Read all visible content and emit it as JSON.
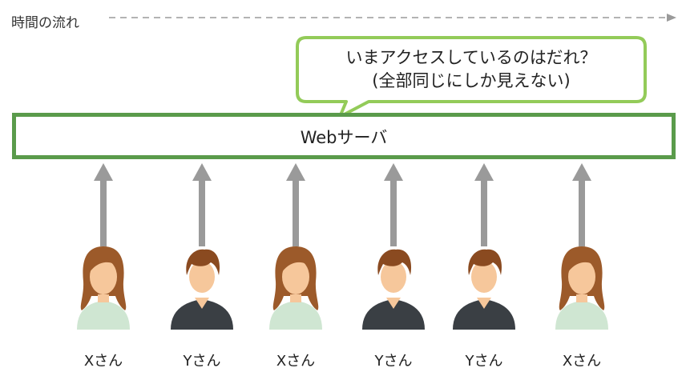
{
  "timeline": {
    "label": "時間の流れ"
  },
  "bubble": {
    "line1": "いまアクセスしているのはだれ？",
    "line2": "(全部同じにしか見えない)"
  },
  "server": {
    "label": "Webサーバ"
  },
  "users": [
    {
      "label": "Xさん",
      "gender": "female"
    },
    {
      "label": "Yさん",
      "gender": "male"
    },
    {
      "label": "Xさん",
      "gender": "female"
    },
    {
      "label": "Yさん",
      "gender": "male"
    },
    {
      "label": "Yさん",
      "gender": "male"
    },
    {
      "label": "Xさん",
      "gender": "female"
    }
  ],
  "colors": {
    "server_border": "#5a9b4b",
    "bubble_border": "#93cb59",
    "arrow": "#9a9a9a",
    "timeline": "#9a9a9a"
  }
}
